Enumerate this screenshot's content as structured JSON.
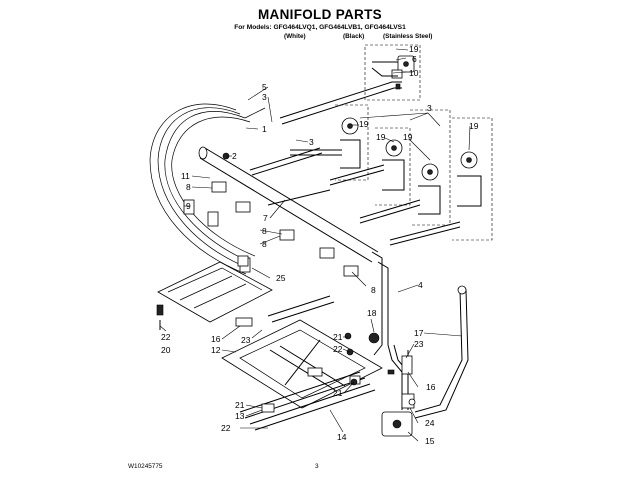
{
  "header": {
    "title": "MANIFOLD PARTS",
    "models": "For Models: GFG464LVQ1, GFG464LVB1, GFG464LVS1",
    "variants": [
      "(White)",
      "(Black)",
      "(Stainless Steel)"
    ]
  },
  "footer": {
    "doc_number": "W10245775",
    "page": "3"
  },
  "callouts": {
    "c19a": "19",
    "c6": "6",
    "c10": "10",
    "c5": "5",
    "c3a": "3",
    "c1": "1",
    "c3b": "3",
    "c19b": "19",
    "c19c": "19",
    "c19d": "19",
    "c3c": "3",
    "c19e": "19",
    "c2": "2",
    "c11": "11",
    "c8a": "8",
    "c9": "9",
    "c7": "7",
    "c8b": "8",
    "c8c": "8",
    "c25": "25",
    "c8d": "8",
    "c4": "4",
    "c18": "18",
    "c17": "17",
    "c22a": "22",
    "c20": "20",
    "c16a": "16",
    "c12": "12",
    "c23a": "23",
    "c21a": "21",
    "c22b": "22",
    "c23b": "23",
    "c16b": "16",
    "c21b": "21",
    "c13": "13",
    "c21c": "21",
    "c24": "24",
    "c22c": "22",
    "c14": "14",
    "c15": "15"
  }
}
